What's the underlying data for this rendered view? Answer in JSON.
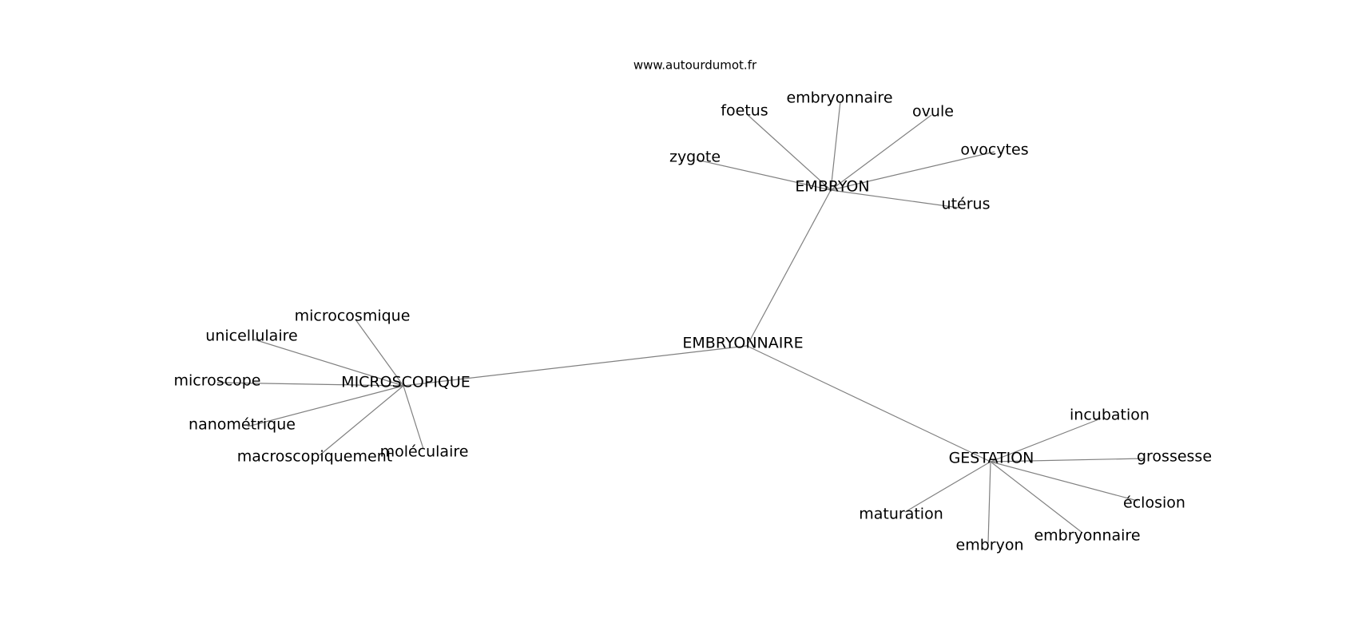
{
  "source": "www.autourdumot.fr",
  "nodes": [
    {
      "id": "center",
      "label": "EMBRYONNAIRE"
    },
    {
      "id": "embryon",
      "label": "EMBRYON"
    },
    {
      "id": "microscopique",
      "label": "MICROSCOPIQUE"
    },
    {
      "id": "gestation",
      "label": "GESTATION"
    },
    {
      "id": "foetus",
      "label": "foetus"
    },
    {
      "id": "embryonnaire1",
      "label": "embryonnaire"
    },
    {
      "id": "ovule",
      "label": "ovule"
    },
    {
      "id": "zygote",
      "label": "zygote"
    },
    {
      "id": "ovocytes",
      "label": "ovocytes"
    },
    {
      "id": "uterus",
      "label": "utérus"
    },
    {
      "id": "microcosmique",
      "label": "microcosmique"
    },
    {
      "id": "unicellulaire",
      "label": "unicellulaire"
    },
    {
      "id": "microscope",
      "label": "microscope"
    },
    {
      "id": "nanometrique",
      "label": "nanométrique"
    },
    {
      "id": "macroscopiquement",
      "label": "macroscopiquement"
    },
    {
      "id": "moleculaire",
      "label": "moléculaire"
    },
    {
      "id": "incubation",
      "label": "incubation"
    },
    {
      "id": "grossesse",
      "label": "grossesse"
    },
    {
      "id": "eclosion",
      "label": "éclosion"
    },
    {
      "id": "maturation",
      "label": "maturation"
    },
    {
      "id": "embryon2",
      "label": "embryon"
    },
    {
      "id": "embryonnaire2",
      "label": "embryonnaire"
    }
  ],
  "edges": [
    [
      "center",
      "embryon"
    ],
    [
      "center",
      "microscopique"
    ],
    [
      "center",
      "gestation"
    ],
    [
      "embryon",
      "foetus"
    ],
    [
      "embryon",
      "embryonnaire1"
    ],
    [
      "embryon",
      "ovule"
    ],
    [
      "embryon",
      "zygote"
    ],
    [
      "embryon",
      "ovocytes"
    ],
    [
      "embryon",
      "uterus"
    ],
    [
      "microscopique",
      "microcosmique"
    ],
    [
      "microscopique",
      "unicellulaire"
    ],
    [
      "microscopique",
      "microscope"
    ],
    [
      "microscopique",
      "nanometrique"
    ],
    [
      "microscopique",
      "macroscopiquement"
    ],
    [
      "microscopique",
      "moleculaire"
    ],
    [
      "gestation",
      "incubation"
    ],
    [
      "gestation",
      "grossesse"
    ],
    [
      "gestation",
      "eclosion"
    ],
    [
      "gestation",
      "maturation"
    ],
    [
      "gestation",
      "embryon2"
    ],
    [
      "gestation",
      "embryonnaire2"
    ]
  ]
}
